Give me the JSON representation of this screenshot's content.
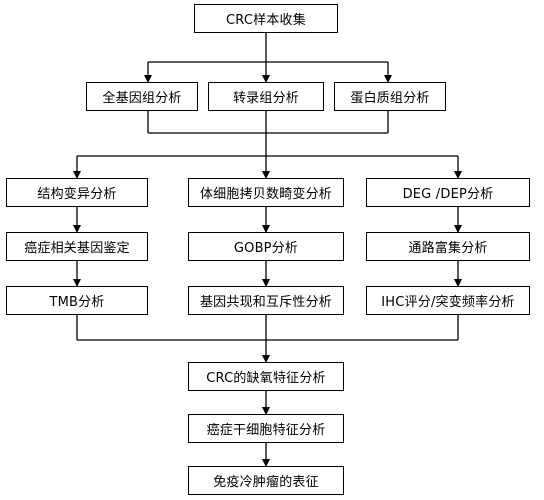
{
  "flowchart": {
    "root": "CRC样本收集",
    "omics": [
      "全基因组分析",
      "转录组分析",
      "蛋白质组分析"
    ],
    "col_left": [
      "结构变异分析",
      "癌症相关基因鉴定",
      "TMB分析"
    ],
    "col_mid": [
      "体细胞拷贝数畸变分析",
      "GOBP分析",
      "基因共现和互斥性分析"
    ],
    "col_right": [
      "DEG /DEP分析",
      "通路富集分析",
      "IHC评分/突变频率分析"
    ],
    "bottom": [
      "CRC的缺氧特征分析",
      "癌症干细胞特征分析",
      "免疫冷肿瘤的表征"
    ]
  },
  "colors": {
    "line": "#000000",
    "box_border": "#000000",
    "box_fill": "#ffffff"
  }
}
